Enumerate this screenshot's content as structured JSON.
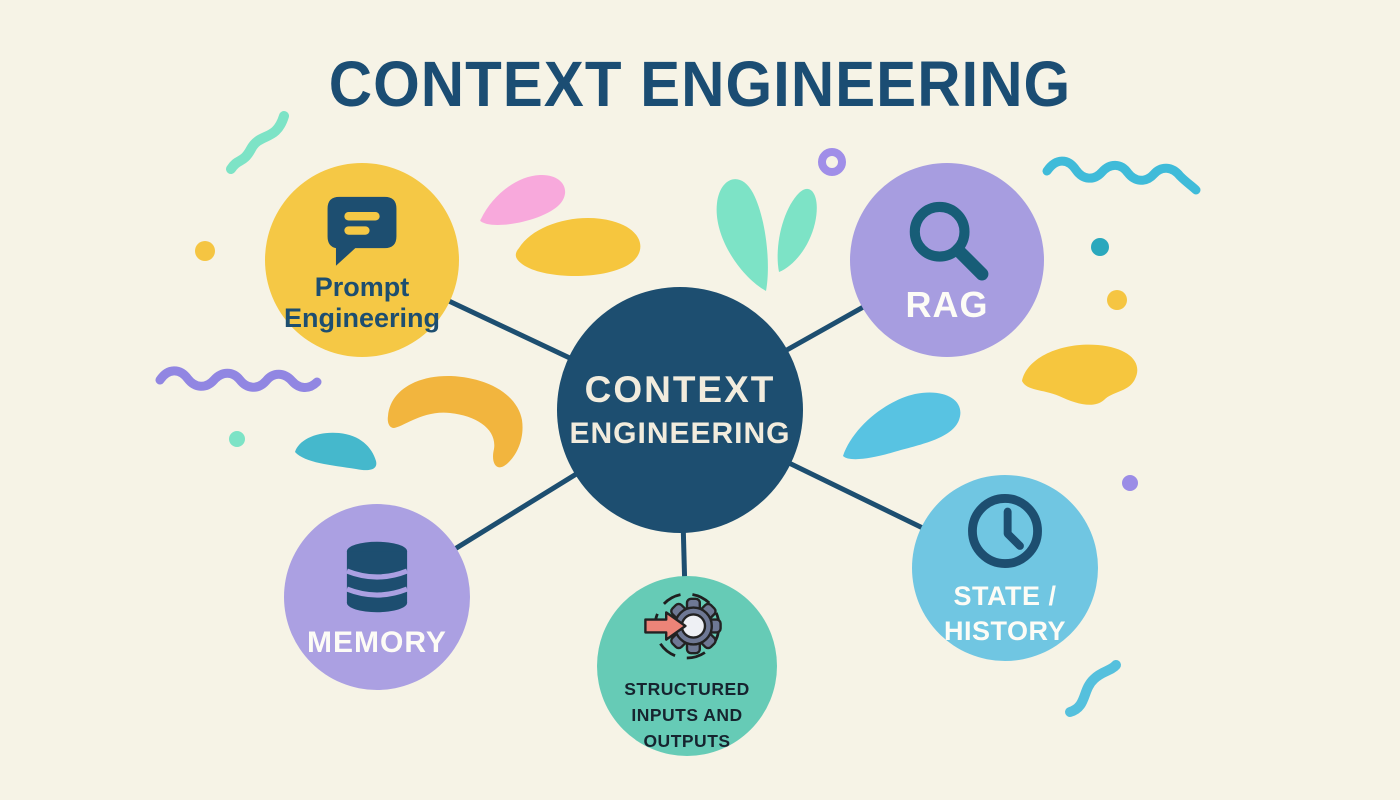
{
  "title": "CONTEXT ENGINEERING",
  "center": {
    "line1": "CONTEXT",
    "line2": "ENGINEERING"
  },
  "nodes": {
    "prompt": {
      "line1": "Prompt",
      "line2": "Engineering",
      "icon": "chat-bubble-icon",
      "color": "#f5c845",
      "text_color": "#1d4e70"
    },
    "rag": {
      "label": "RAG",
      "icon": "magnifier-icon",
      "color": "#a79de0",
      "text_color": "#fdfcf6"
    },
    "memory": {
      "label": "MEMORY",
      "icon": "database-icon",
      "color": "#aba0e2",
      "text_color": "#fdfcf6"
    },
    "structured": {
      "line1": "STRUCTURED",
      "line2": "INPUTS AND",
      "line3": "OUTPUTS",
      "icon": "gear-arrow-icon",
      "color": "#66cbb6",
      "text_color": "#16242f"
    },
    "state": {
      "line1": "STATE /",
      "line2": "HISTORY",
      "icon": "clock-icon",
      "color": "#70c6e2",
      "text_color": "#fdfcf6"
    }
  },
  "colors": {
    "background": "#f6f3e6",
    "navy": "#1d4e70",
    "connector": "#1d4e70",
    "hub_fill": "#1d4e70",
    "hub_text": "#f2ecdd",
    "decor_mint": "#7de3c6",
    "decor_pink": "#f8a9dc",
    "decor_yellow": "#f6c63e",
    "decor_blue": "#58c3e2",
    "decor_purple": "#9b8ce6",
    "decor_teal": "#45b8cc",
    "icon_gear_gray": "#6e7894",
    "icon_arrow_salmon": "#ec8478"
  }
}
